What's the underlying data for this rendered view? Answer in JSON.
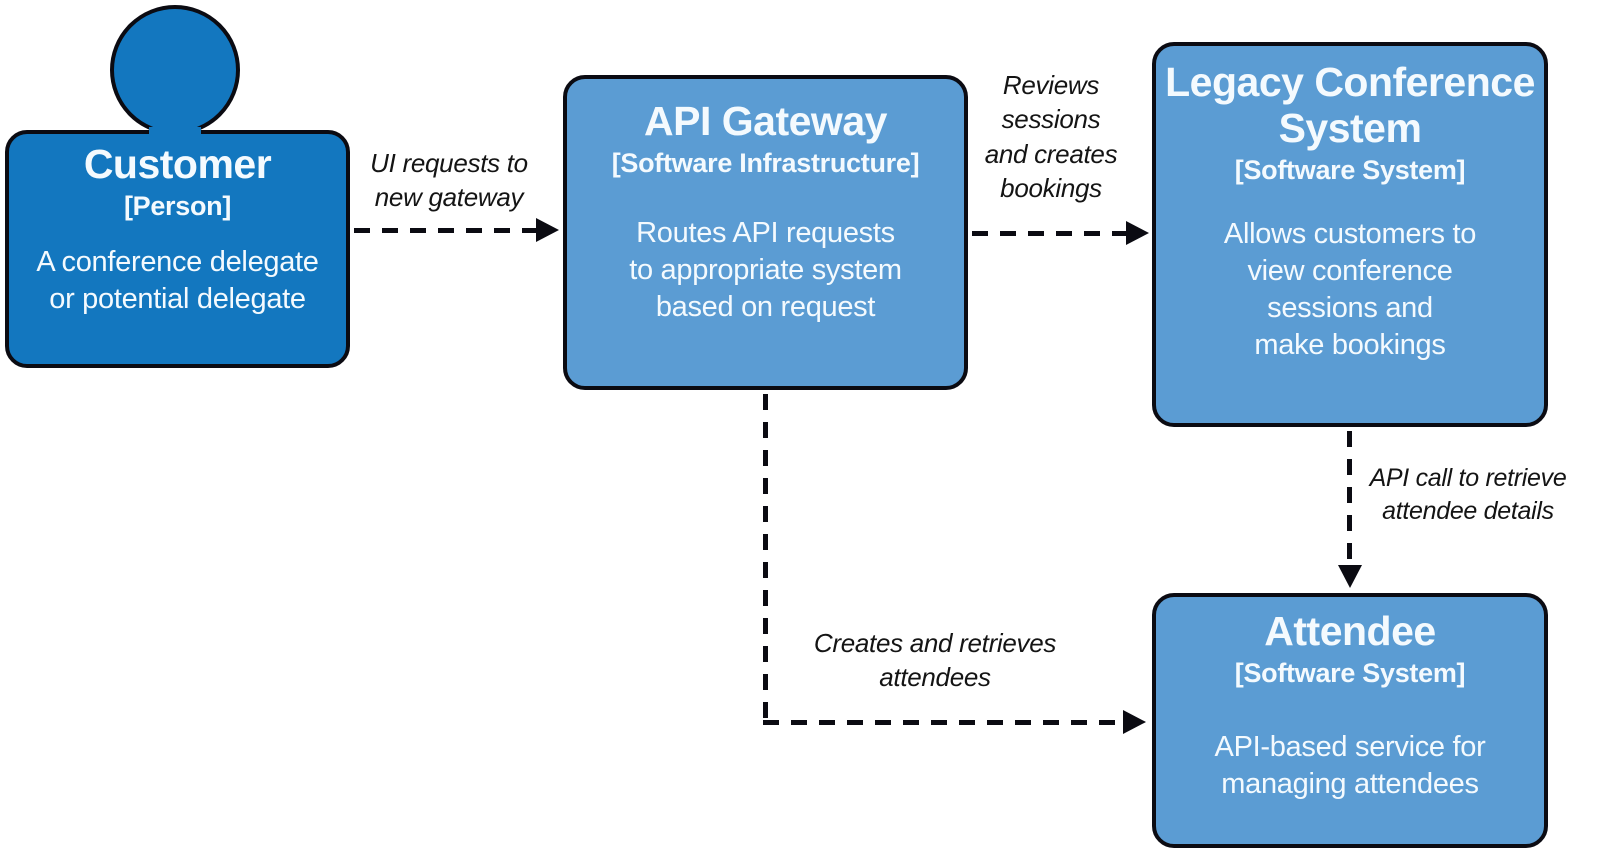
{
  "diagram": {
    "type": "c4-system-context",
    "colors": {
      "person_fill": "#1377bf",
      "system_fill": "#5b9cd3",
      "outline": "#0b0b12",
      "node_text": "#f4fafe",
      "edge_label_text": "#141414",
      "background": "#ffffff"
    },
    "nodes": [
      {
        "id": "customer",
        "title": "Customer",
        "type_label": "[Person]",
        "description": "A conference delegate\nor potential delegate"
      },
      {
        "id": "api-gateway",
        "title": "API Gateway",
        "type_label": "[Software Infrastructure]",
        "description": "Routes API requests\nto appropriate system\nbased on request"
      },
      {
        "id": "legacy-conference-system",
        "title": "Legacy Conference\nSystem",
        "type_label": "[Software System]",
        "description": "Allows customers to\nview conference\nsessions and\nmake bookings"
      },
      {
        "id": "attendee",
        "title": "Attendee",
        "type_label": "[Software System]",
        "description": "API-based service for\nmanaging attendees"
      }
    ],
    "edges": [
      {
        "from": "customer",
        "to": "api-gateway",
        "label": "UI requests to\nnew gateway",
        "style": "dashed-arrow"
      },
      {
        "from": "api-gateway",
        "to": "legacy-conference-system",
        "label": "Reviews\nsessions\nand creates\nbookings",
        "style": "dashed-arrow"
      },
      {
        "from": "legacy-conference-system",
        "to": "attendee",
        "label": "API call to retrieve\nattendee details",
        "style": "dashed-arrow"
      },
      {
        "from": "api-gateway",
        "to": "attendee",
        "label": "Creates and retrieves\nattendees",
        "style": "dashed-arrow"
      }
    ]
  }
}
